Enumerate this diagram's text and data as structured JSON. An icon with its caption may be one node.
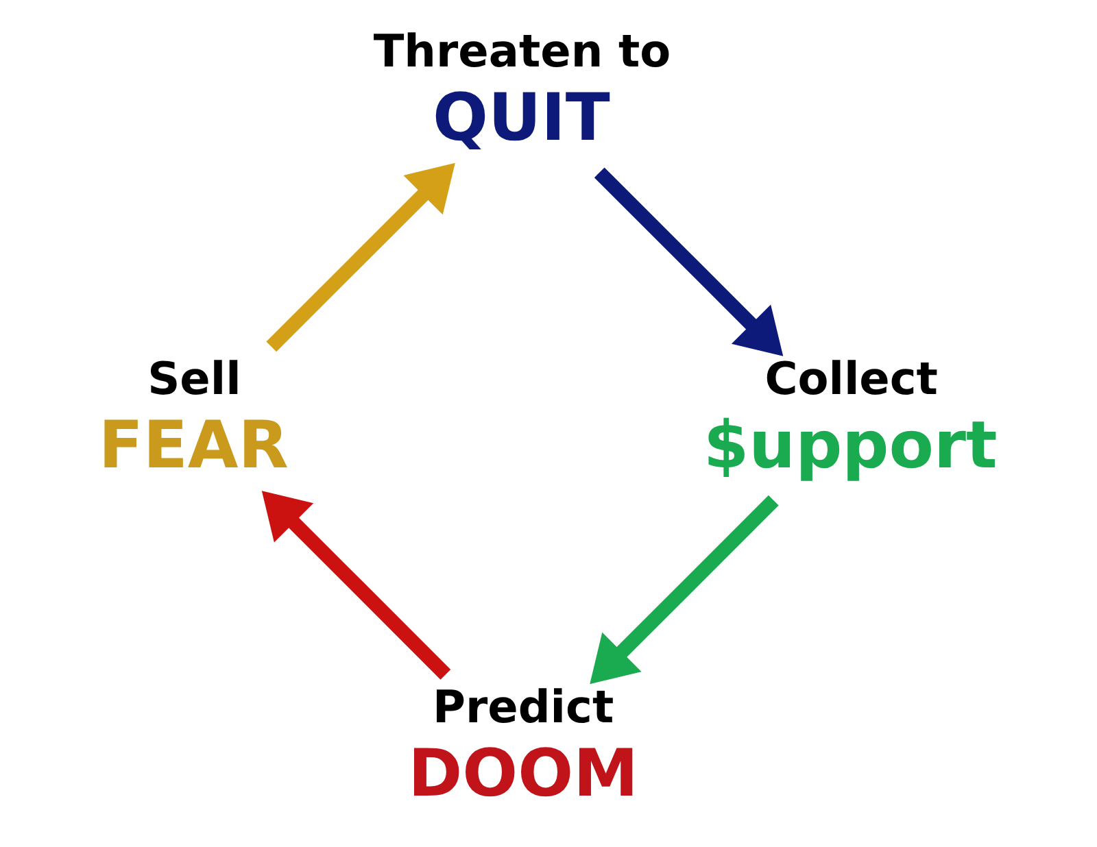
{
  "diagram": {
    "nodes": [
      {
        "text": [
          "Predict",
          "DOOM"
        ]
      },
      {
        "text": [
          "Sell",
          "FEAR"
        ]
      },
      {
        "text": [
          "Threaten to",
          "QUIT"
        ]
      },
      {
        "text": [
          "Collect",
          "$upport"
        ]
      }
    ],
    "edges": [
      {
        "from": 0,
        "to": 1,
        "arrow": "to",
        "color": "#cc1111"
      },
      {
        "from": 1,
        "to": 2,
        "arrow": "to",
        "color": "#d4a017"
      },
      {
        "from": 2,
        "to": 3,
        "arrow": "to",
        "color": "#0d1a7a"
      },
      {
        "from": 3,
        "to": 0,
        "arrow": "to",
        "color": "#1aaa50"
      }
    ]
  }
}
